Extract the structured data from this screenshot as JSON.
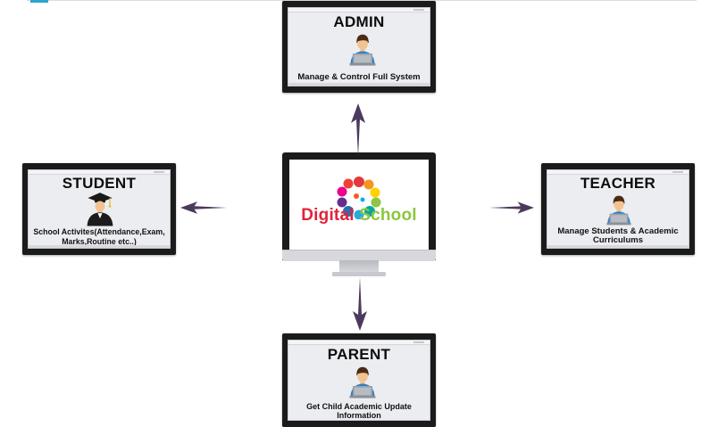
{
  "center": {
    "word1": "Digital",
    "word2": "School"
  },
  "nodes": {
    "admin": {
      "title": "ADMIN",
      "desc": "Manage & Control Full System",
      "icon": "person-laptop-icon"
    },
    "student": {
      "title": "STUDENT",
      "desc1": "School Activites(Attendance,Exam,",
      "desc2": "Marks,Routine etc..)",
      "icon": "graduate-icon"
    },
    "teacher": {
      "title": "TEACHER",
      "desc1": "Manage Students & Academic",
      "desc2": "Curriculums",
      "icon": "person-laptop-icon"
    },
    "parent": {
      "title": "PARENT",
      "desc1": "Get Child Academic Update",
      "desc2": "Information",
      "icon": "person-laptop-icon"
    }
  },
  "colors": {
    "arrow": "#4b3a5e",
    "digital": "#e0233b",
    "school": "#8dc63f",
    "bezel": "#1b1b1b"
  }
}
